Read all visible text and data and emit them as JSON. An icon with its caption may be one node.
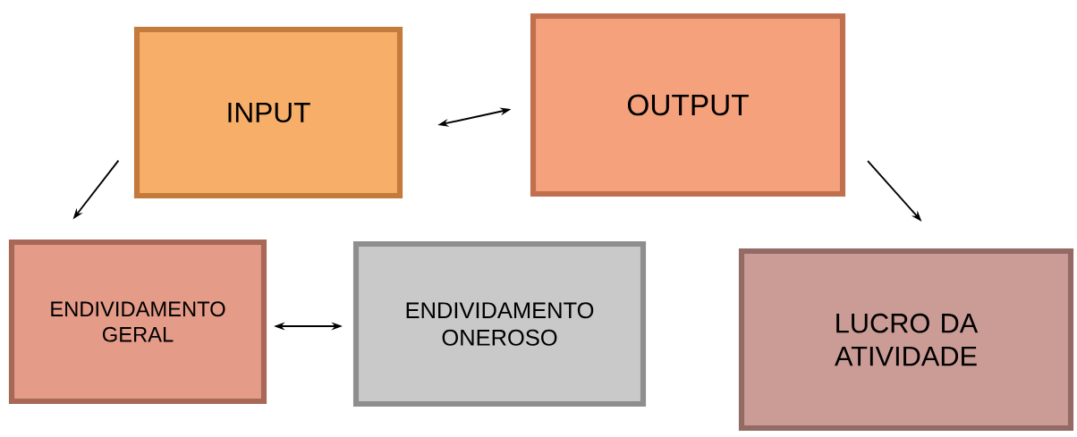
{
  "diagram": {
    "nodes": [
      {
        "text": [
          "INPUT"
        ]
      },
      {
        "text": [
          "OUTPUT"
        ]
      },
      {
        "text": [
          "ENDIVIDAMENTO GERAL"
        ]
      },
      {
        "text": [
          "ENDIVIDAMENTO ONEROSO"
        ]
      },
      {
        "text": [
          "LUCRO DA ATIVIDADE"
        ]
      }
    ],
    "edges": [
      {
        "from": 0,
        "to": 1,
        "arrow": "both"
      },
      {
        "from": 0,
        "to": 2,
        "arrow": "to"
      },
      {
        "from": 2,
        "to": 3,
        "arrow": "both"
      },
      {
        "from": 1,
        "to": 4,
        "arrow": "to"
      }
    ]
  }
}
